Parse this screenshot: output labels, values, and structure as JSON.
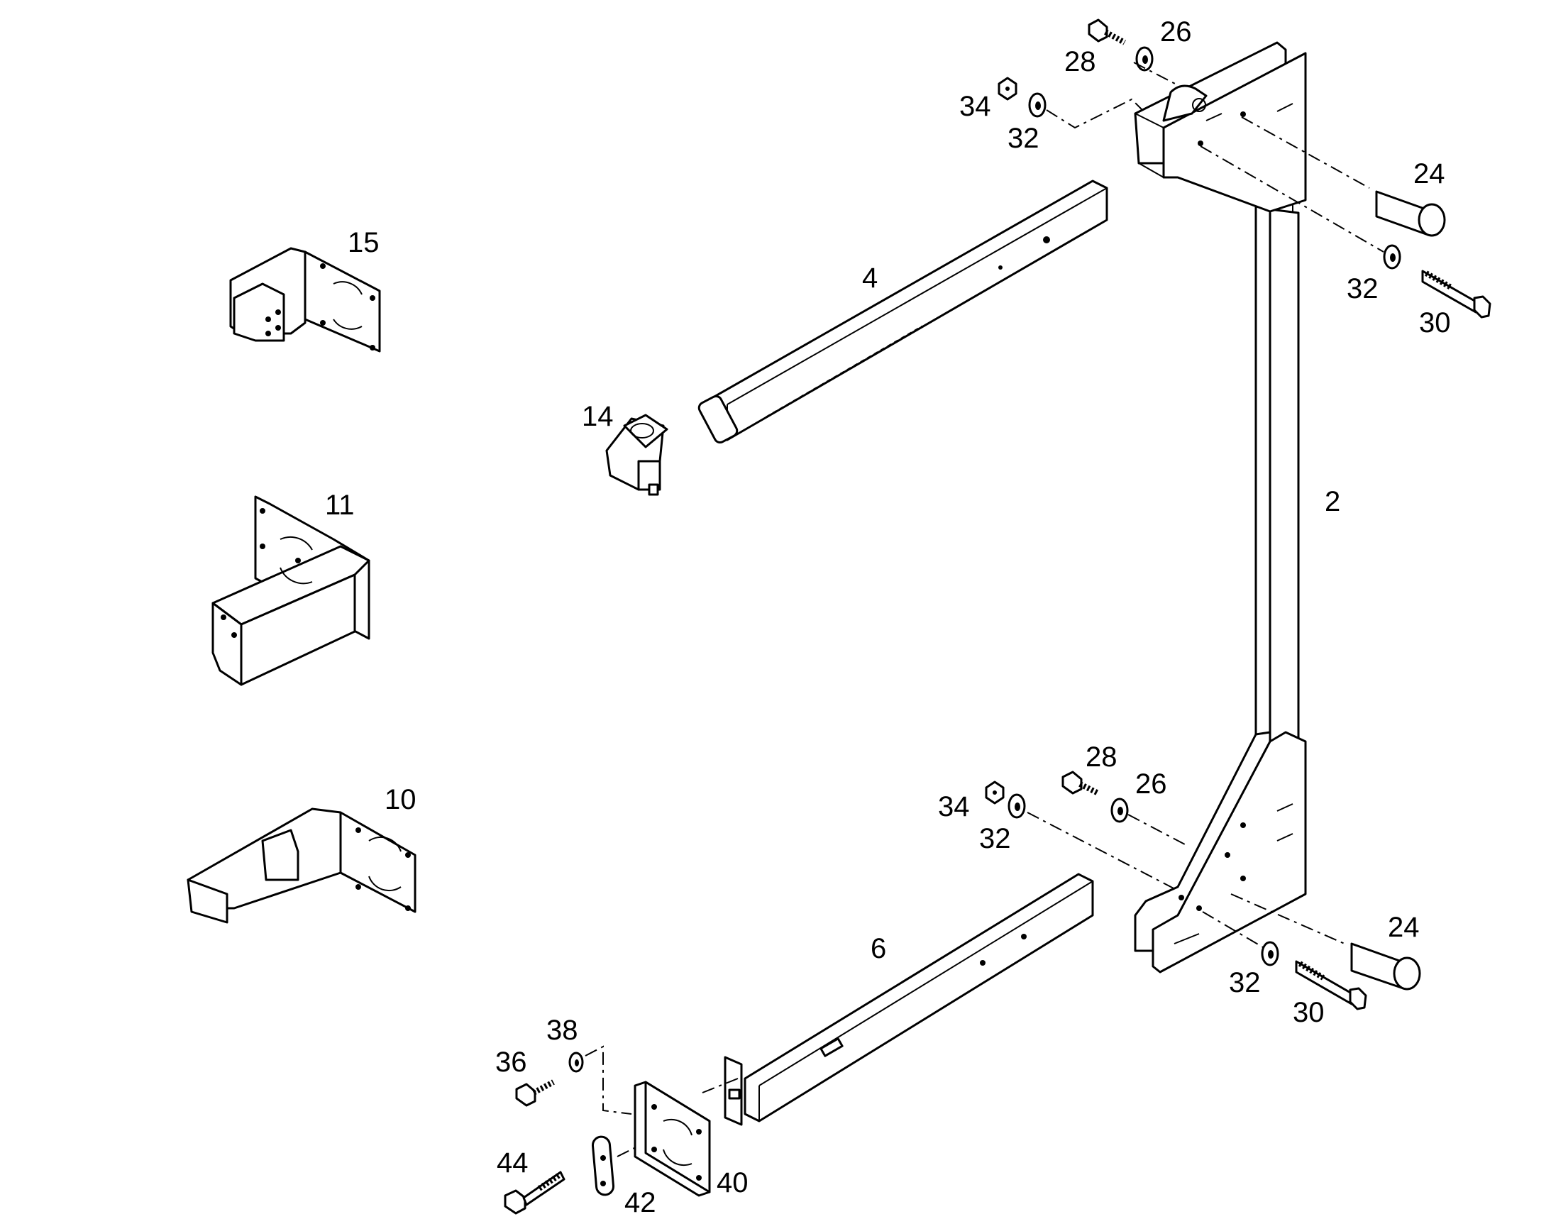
{
  "diagram": {
    "background": "#ffffff",
    "line_color": "#000000",
    "callouts": {
      "frame_2": "2",
      "tube_4": "4",
      "tube_6": "6",
      "bracket_10": "10",
      "bracket_11": "11",
      "cap_14": "14",
      "bracket_15": "15",
      "pin_24_top": "24",
      "pin_24_bottom": "24",
      "washer_26_top": "26",
      "washer_26_bottom": "26",
      "bolt_28_top": "28",
      "bolt_28_bottom": "28",
      "bolt_30_top": "30",
      "bolt_30_bottom": "30",
      "washer_32_top_left": "32",
      "washer_32_top_right": "32",
      "washer_32_bottom_left": "32",
      "washer_32_bottom_right": "32",
      "nut_34_top": "34",
      "nut_34_bottom": "34",
      "bolt_36": "36",
      "washer_38": "38",
      "plate_40": "40",
      "clip_42": "42",
      "bolt_44": "44"
    }
  }
}
